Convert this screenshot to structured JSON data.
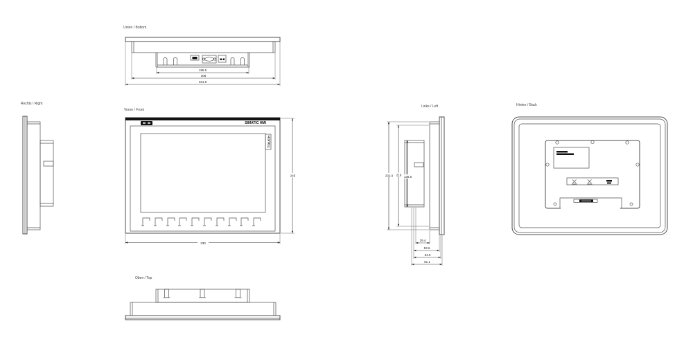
{
  "views": {
    "bottom": {
      "label": "Unten / Bottom",
      "dims": [
        "195.5",
        "308",
        "321.9"
      ]
    },
    "right": {
      "label": "Rechts / Right"
    },
    "front": {
      "label": "Vorne / Front",
      "product": "SIMATIC HMI",
      "touch": "TOUCH",
      "dim_width": "330",
      "dim_height": "245"
    },
    "left": {
      "label": "Links / Left",
      "v_dims": [
        "232.9",
        "219",
        "136.5"
      ],
      "h_dims": [
        "29.4",
        "53.6",
        "54.9",
        "61.1"
      ]
    },
    "back": {
      "label": "Hinten / Back"
    },
    "top": {
      "label": "Oben / Top"
    }
  },
  "colors": {
    "background": "#ffffff",
    "line": "#4d4d4d",
    "ink": "#121212"
  },
  "icons": {
    "brand_logo": "siemens-logo",
    "usb": "usb-port",
    "serial": "db9-serial-port",
    "power": "power-terminal",
    "clip": "mounting-clip",
    "screw": "screw-hole"
  }
}
